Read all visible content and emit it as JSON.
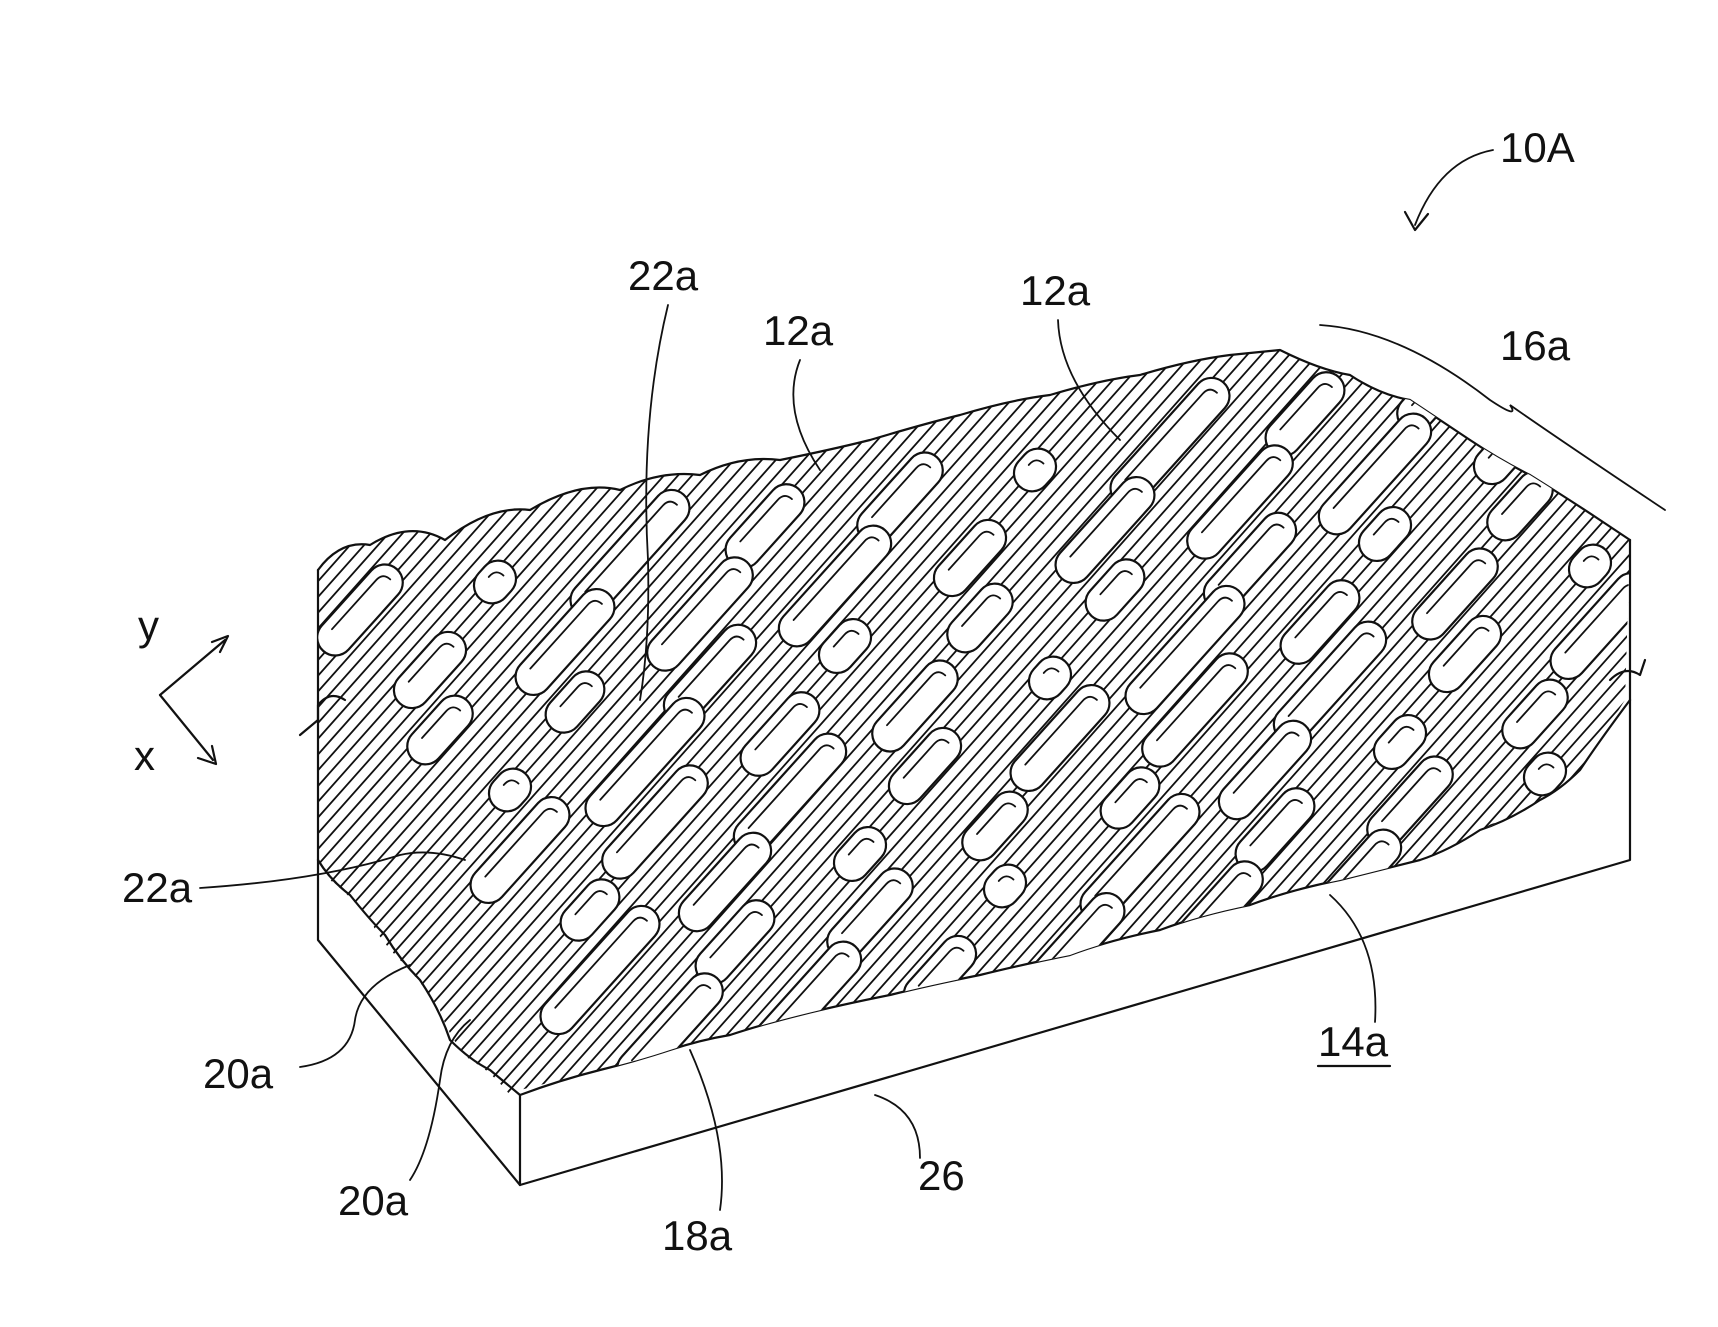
{
  "figure": {
    "reference_numeral": "10A",
    "axis_labels": {
      "y": "y",
      "x": "x"
    },
    "labels": {
      "top_22a": "22a",
      "top_12a_left": "12a",
      "top_12a_right": "12a",
      "side_16a": "16a",
      "left_22a": "22a",
      "left_20a_upper": "20a",
      "left_20a_lower": "20a",
      "bottom_18a": "18a",
      "bottom_26": "26",
      "right_14a": "14a"
    }
  }
}
